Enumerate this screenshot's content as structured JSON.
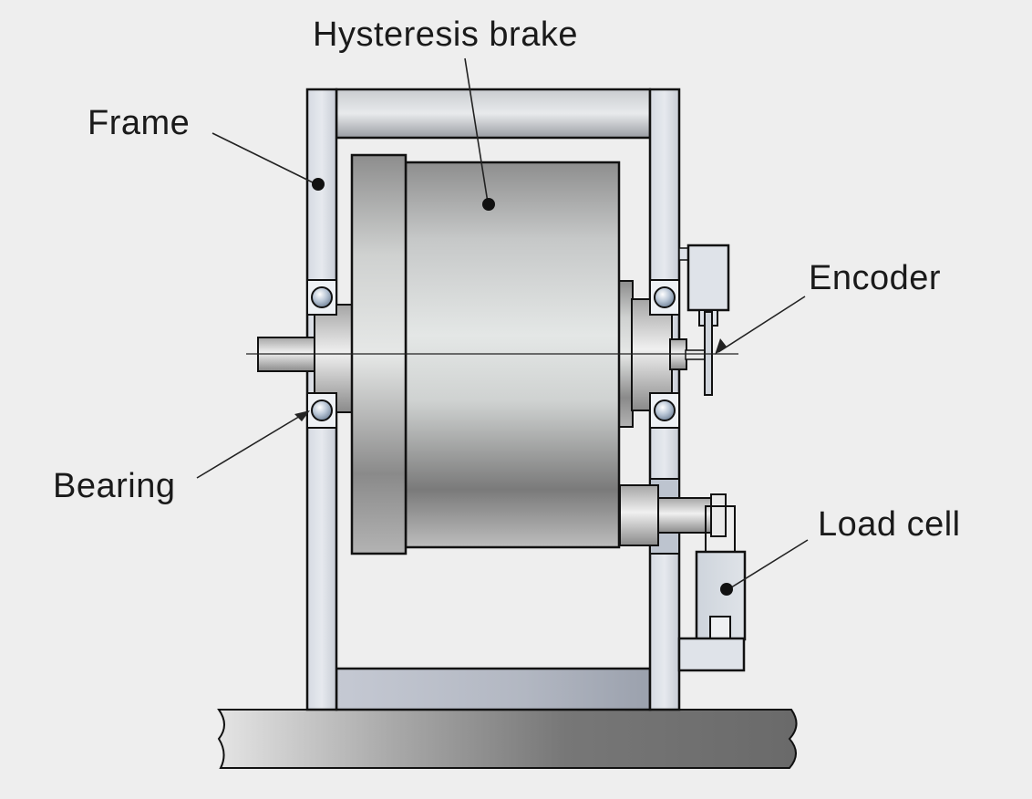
{
  "labels": {
    "hysteresis_brake": "Hysteresis brake",
    "frame": "Frame",
    "encoder": "Encoder",
    "bearing": "Bearing",
    "load_cell": "Load cell"
  }
}
